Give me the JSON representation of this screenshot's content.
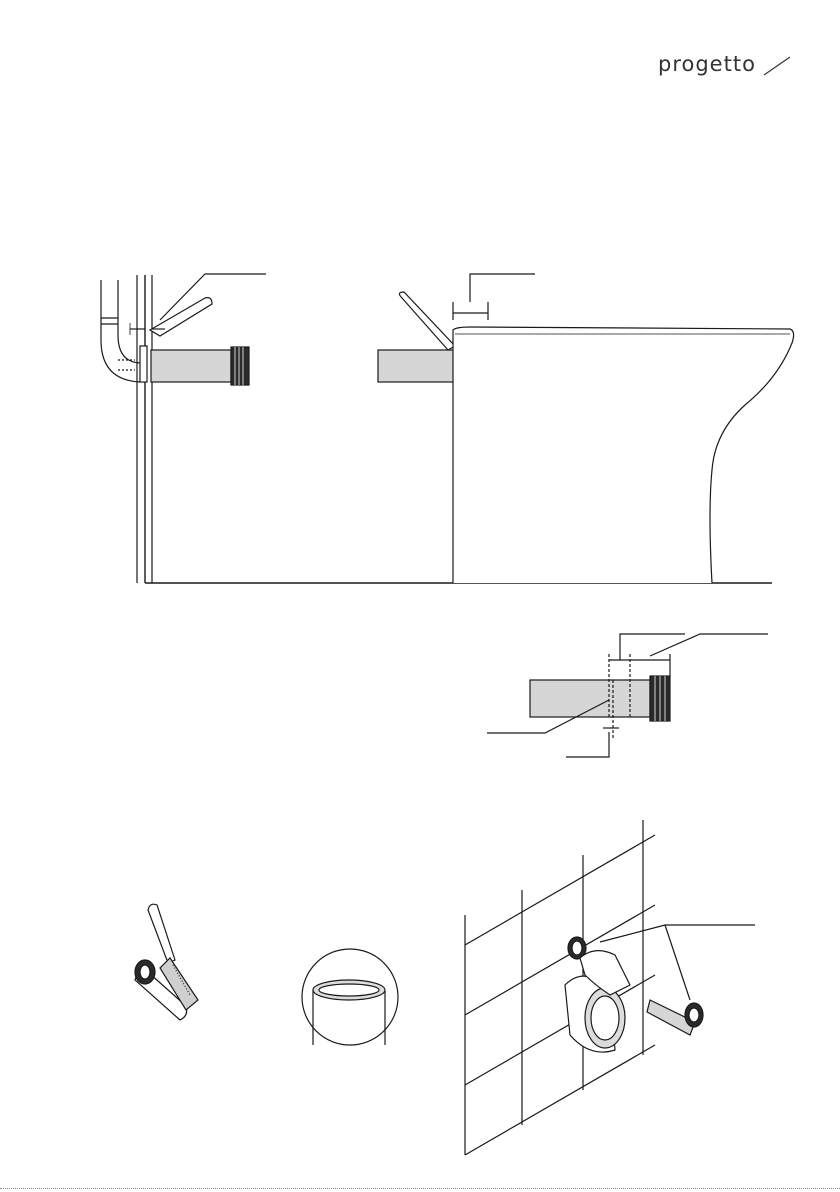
{
  "brand": {
    "logo_text": "progetto",
    "line_color": "#1a1a1a",
    "pipe_fill": "#d6d6d6",
    "seal_fill": "#2a2a2a"
  },
  "figures": {
    "wall_installation": "wall-pipe-diagram",
    "toilet_installation": "toilet-pan-diagram",
    "pipe_detail": "pipe-cut-detail",
    "step_file": "file-pipe-end-icon",
    "step_chamfer": "chamfered-edge-icon",
    "step_fit": "tiled-wall-fitting-icon"
  }
}
